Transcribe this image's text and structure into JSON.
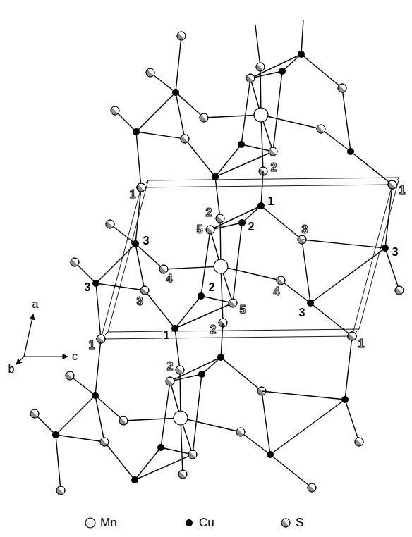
{
  "diagram": {
    "labels": [
      "2",
      "1",
      "2",
      "1",
      "1",
      "5",
      "2",
      "3",
      "3",
      "4",
      "3",
      "4",
      "3",
      "3",
      "2",
      "5",
      "3",
      "1",
      "1",
      "2",
      "1",
      "2",
      "a",
      "b",
      "c"
    ],
    "legend": [
      {
        "text": "Mn"
      },
      {
        "text": "Cu"
      },
      {
        "text": "S"
      }
    ]
  }
}
